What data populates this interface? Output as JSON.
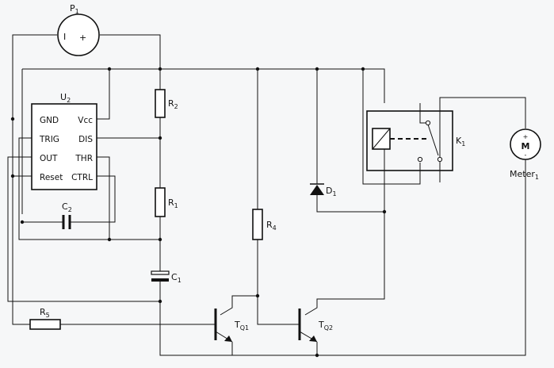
{
  "components": {
    "battery": {
      "label": "P",
      "sub": "1",
      "minus": "I",
      "plus": "+"
    },
    "timer": {
      "label": "U",
      "sub": "2",
      "pins_left": [
        "GND",
        "TRIG",
        "OUT",
        "Reset"
      ],
      "pins_right": [
        "Vcc",
        "DIS",
        "THR",
        "CTRL"
      ]
    },
    "r2": {
      "label": "R",
      "sub": "2"
    },
    "r1": {
      "label": "R",
      "sub": "1"
    },
    "c1": {
      "label": "C",
      "sub": "1"
    },
    "c2": {
      "label": "C",
      "sub": "2"
    },
    "r4": {
      "label": "R",
      "sub": "4"
    },
    "r5": {
      "label": "R",
      "sub": "5"
    },
    "d1": {
      "label": "D",
      "sub": "1"
    },
    "k1": {
      "label": "K",
      "sub": "1"
    },
    "meter": {
      "label": "Meter",
      "sub": "1",
      "symbol": "M",
      "plus": "+",
      "minus": "-"
    },
    "tq1": {
      "label": "T",
      "sub": "Q1"
    },
    "tq2": {
      "label": "T",
      "sub": "Q2"
    }
  }
}
